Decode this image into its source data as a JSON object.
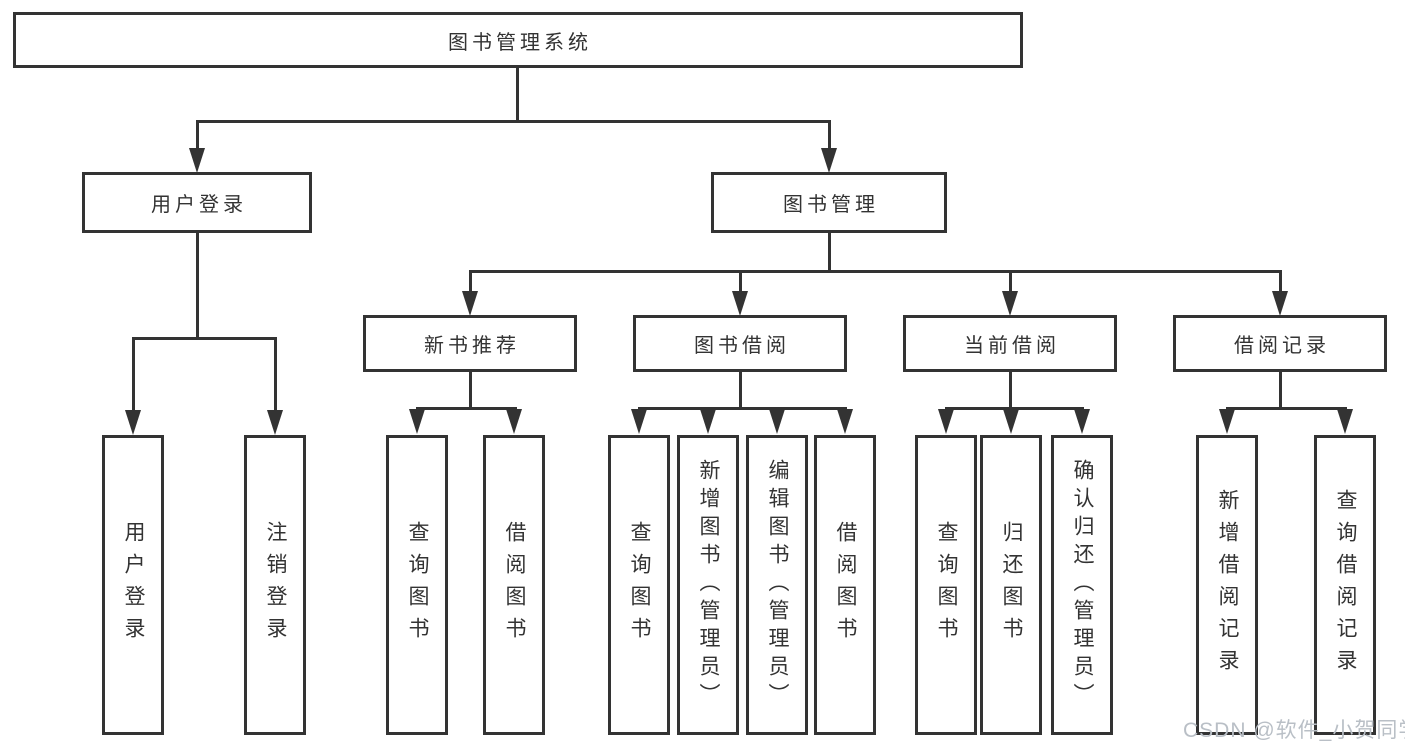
{
  "colors": {
    "line": "#333333",
    "text": "#333333",
    "box_fill": "#ffffff",
    "watermark": "#b9bfc6"
  },
  "diagram": {
    "root": {
      "label": "图书管理系统"
    },
    "branches": [
      {
        "label": "用户登录",
        "children": [
          {
            "label": "用户登录"
          },
          {
            "label": "注销登录"
          }
        ]
      },
      {
        "label": "图书管理",
        "children": [
          {
            "label": "新书推荐",
            "children": [
              {
                "label": "查询图书"
              },
              {
                "label": "借阅图书"
              }
            ]
          },
          {
            "label": "图书借阅",
            "children": [
              {
                "label": "查询图书"
              },
              {
                "label": "新增图书（管理员）"
              },
              {
                "label": "编辑图书（管理员）"
              },
              {
                "label": "借阅图书"
              }
            ]
          },
          {
            "label": "当前借阅",
            "children": [
              {
                "label": "查询图书"
              },
              {
                "label": "归还图书"
              },
              {
                "label": "确认归还（管理员）"
              }
            ]
          },
          {
            "label": "借阅记录",
            "children": [
              {
                "label": "新增借阅记录"
              },
              {
                "label": "查询借阅记录"
              }
            ]
          }
        ]
      }
    ]
  },
  "watermark": {
    "text": "CSDN @软件_小贺同学"
  }
}
